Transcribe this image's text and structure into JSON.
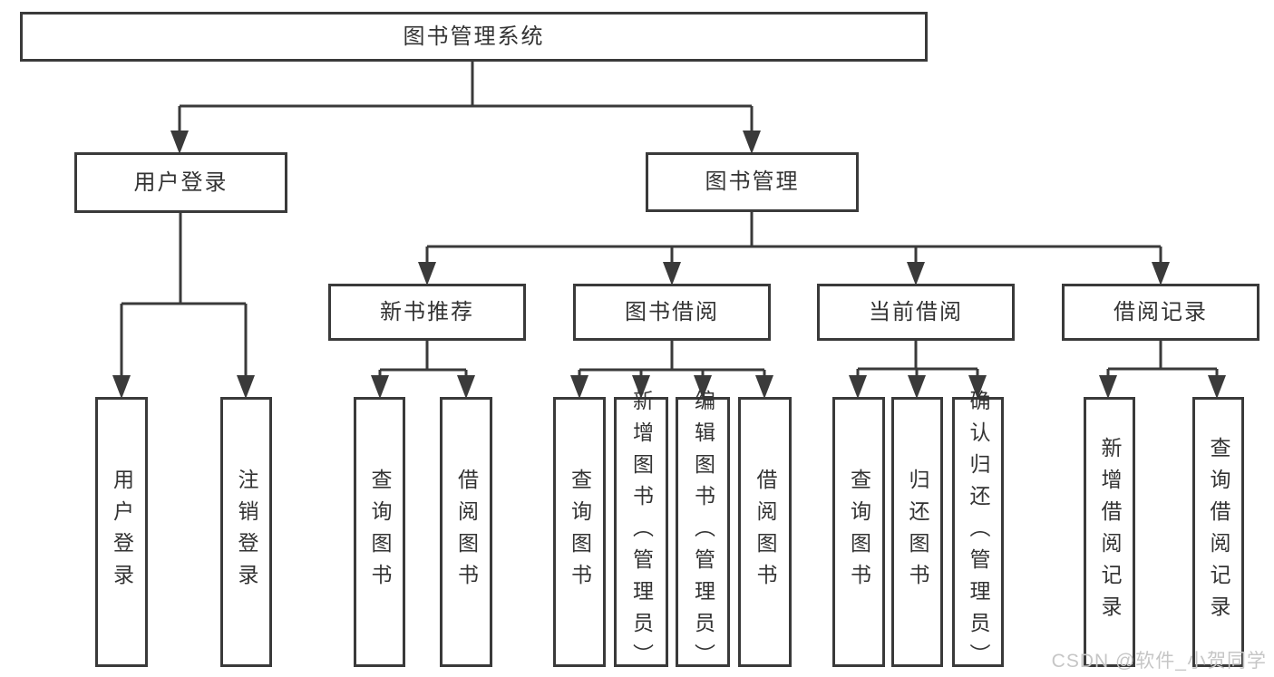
{
  "diagram": {
    "root": {
      "label": "图书管理系统"
    },
    "level2": [
      {
        "label": "用户登录"
      },
      {
        "label": "图书管理"
      }
    ],
    "level3": [
      {
        "label": "新书推荐"
      },
      {
        "label": "图书借阅"
      },
      {
        "label": "当前借阅"
      },
      {
        "label": "借阅记录"
      }
    ],
    "leaves": {
      "user_login": [
        {
          "label": "用户登录"
        },
        {
          "label": "注销登录"
        }
      ],
      "new_book_recommend": [
        {
          "label": "查询图书"
        },
        {
          "label": "借阅图书"
        }
      ],
      "book_borrow": [
        {
          "label": "查询图书"
        },
        {
          "label": "新增图书（管理员）"
        },
        {
          "label": "编辑图书（管理员）"
        },
        {
          "label": "借阅图书"
        }
      ],
      "current_borrow": [
        {
          "label": "查询图书"
        },
        {
          "label": "归还图书"
        },
        {
          "label": "确认归还（管理员）"
        }
      ],
      "borrow_record": [
        {
          "label": "新增借阅记录"
        },
        {
          "label": "查询借阅记录"
        }
      ]
    }
  },
  "watermark": {
    "text": "CSDN @软件_小贺同学"
  },
  "colors": {
    "line": "#3a3a3a",
    "text": "#333333",
    "watermark": "#c6c6c6",
    "background": "#ffffff"
  }
}
